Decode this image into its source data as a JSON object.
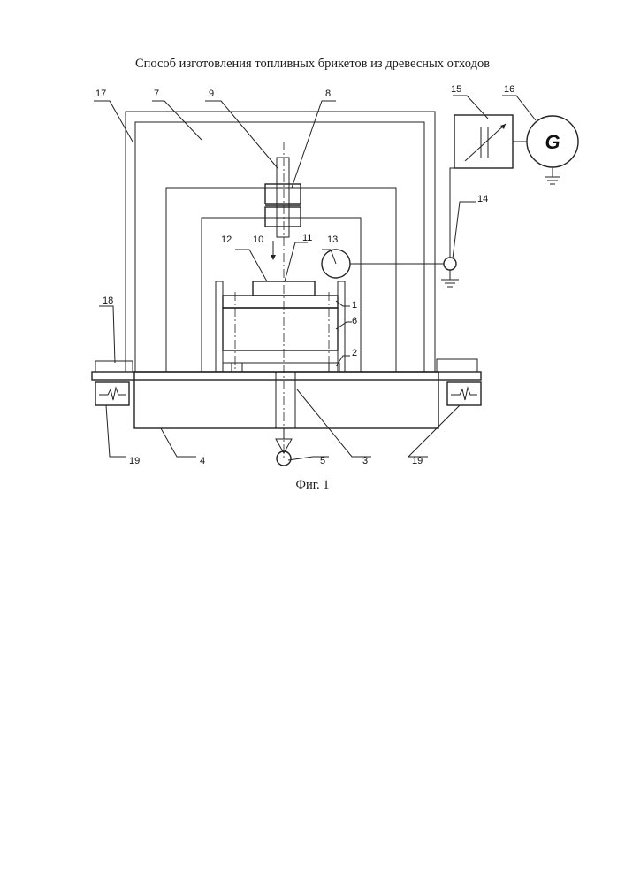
{
  "title": "Способ изготовления топливных брикетов из древесных отходов",
  "caption": "Фиг. 1",
  "generator_symbol": "G",
  "labels": {
    "l1": "1",
    "l2": "2",
    "l3": "3",
    "l4": "4",
    "l5": "5",
    "l6": "6",
    "l7": "7",
    "l8": "8",
    "l9": "9",
    "l10": "10",
    "l11": "11",
    "l12": "12",
    "l13": "13",
    "l14": "14",
    "l15": "15",
    "l16": "16",
    "l17": "17",
    "l18": "18",
    "l19a": "19",
    "l19b": "19"
  },
  "icons": {
    "generator": "generator-icon",
    "ground": "ground-icon",
    "regulator": "variable-capacitor-icon",
    "sensor": "waveform-icon"
  }
}
